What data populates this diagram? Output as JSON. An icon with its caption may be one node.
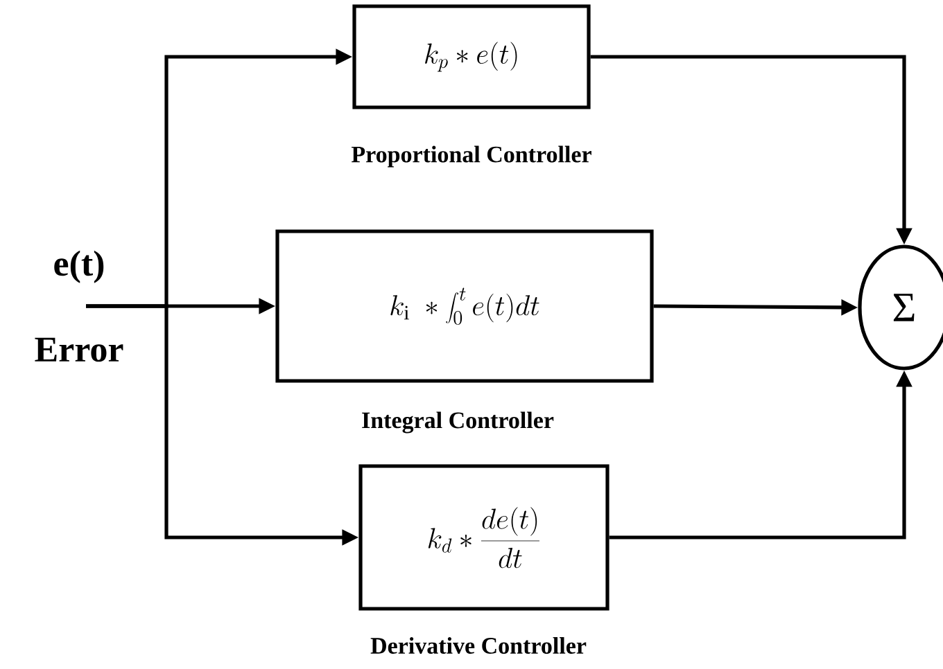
{
  "diagram": {
    "nodes": [
      {
        "text": [
          "e(t)",
          "Error"
        ]
      },
      {
        "text": [
          "k_p * e(t)"
        ],
        "beside": [
          "Proportional Controller"
        ]
      },
      {
        "text": [
          "k_{\\mathrm{i}} \\; * \\int_0^t e(t)dt"
        ],
        "beside": [
          "Integral Controller"
        ]
      },
      {
        "text": [
          "k_d * \\frac{de(t)}{dt}"
        ],
        "beside": [
          "Derivative Controller"
        ]
      },
      {
        "text": [
          "Σ"
        ]
      }
    ],
    "edges": [
      {
        "from": 0,
        "to": 1,
        "arrow": "to"
      },
      {
        "from": 0,
        "to": 2,
        "arrow": "to"
      },
      {
        "from": 0,
        "to": 3,
        "arrow": "to"
      },
      {
        "from": 1,
        "to": 4,
        "arrow": "to"
      },
      {
        "from": 2,
        "to": 4,
        "arrow": "to"
      },
      {
        "from": 3,
        "to": 4,
        "arrow": "to"
      }
    ]
  }
}
